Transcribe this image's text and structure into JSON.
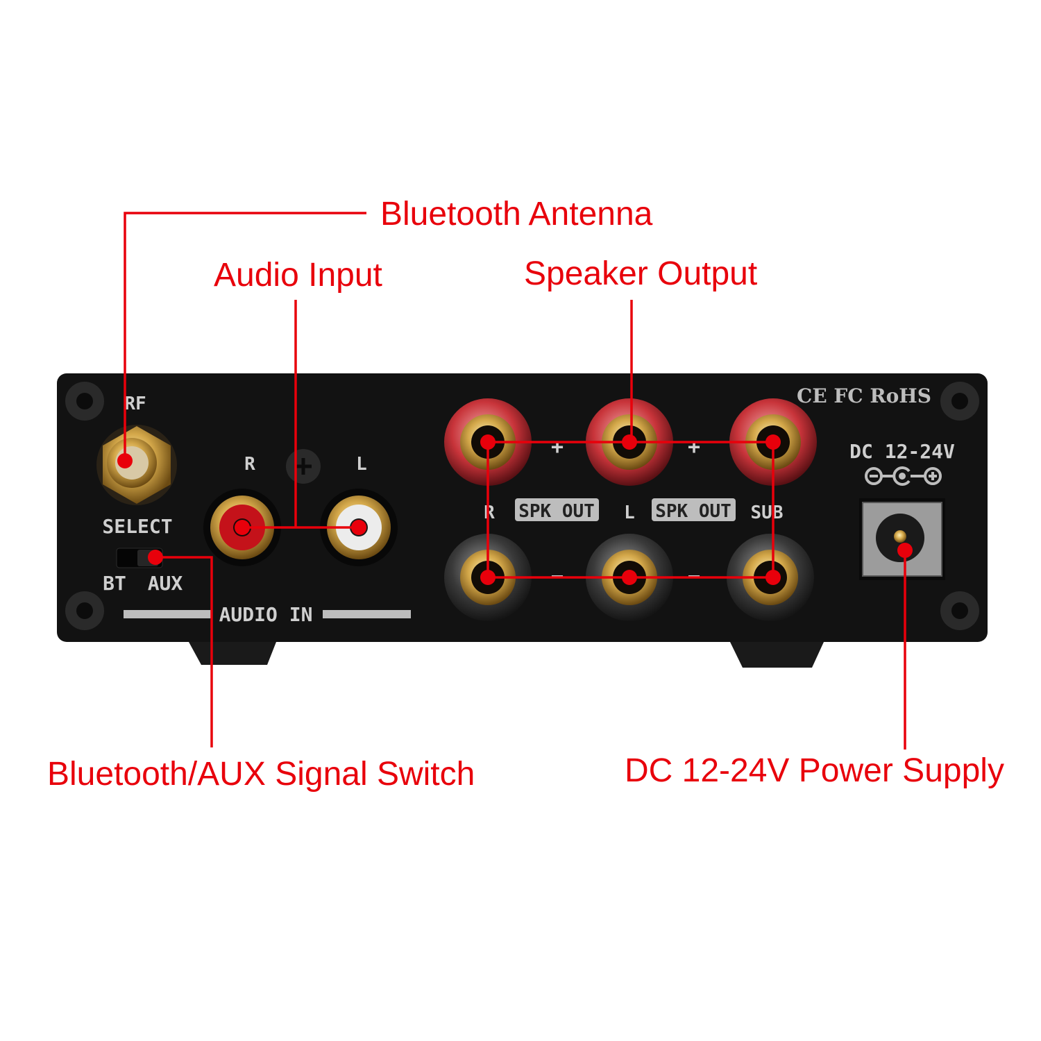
{
  "callouts": {
    "antenna": "Bluetooth Antenna",
    "audio_input": "Audio Input",
    "speaker_output": "Speaker Output",
    "switch": "Bluetooth/AUX Signal Switch",
    "power": "DC 12-24V Power Supply"
  },
  "panel": {
    "rf": "RF",
    "select": "SELECT",
    "bt": "BT",
    "aux": "AUX",
    "audio_in": "AUDIO IN",
    "rca_r": "R",
    "rca_l": "L",
    "spk_r": "R",
    "spk_l": "L",
    "spk_out_1": "SPK OUT",
    "spk_out_2": "SPK OUT",
    "sub": "SUB",
    "plus": "+",
    "minus": "−",
    "cert": "CE FC RoHS",
    "dc_rating": "DC 12-24V"
  },
  "colors": {
    "callout": "#e8000b",
    "chassis": "#121212",
    "gold": "#c9a24a"
  }
}
